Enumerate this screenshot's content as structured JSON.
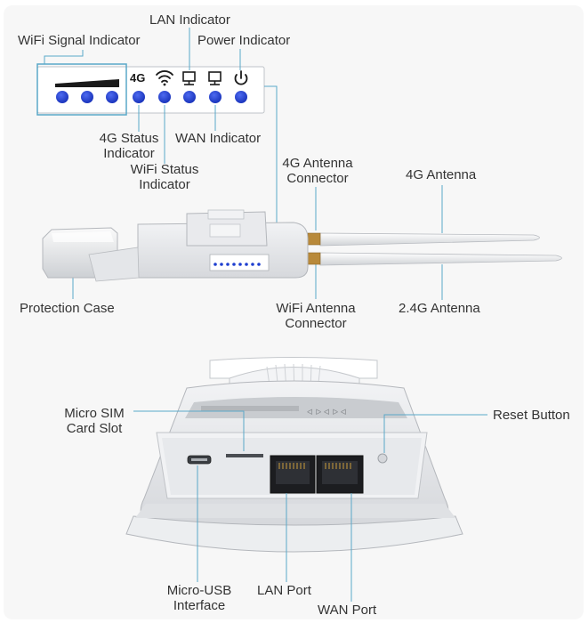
{
  "labels": {
    "wifi_signal_indicator": "WiFi Signal Indicator",
    "lan_indicator": "LAN Indicator",
    "power_indicator": "Power Indicator",
    "status_4g": [
      "4G Status",
      "Indicator"
    ],
    "wan_indicator": "WAN Indicator",
    "wifi_status": [
      "WiFi Status",
      "Indicator"
    ],
    "antenna_connector_4g": [
      "4G Antenna",
      "Connector"
    ],
    "antenna_4g": "4G Antenna",
    "protection_case": "Protection Case",
    "wifi_antenna_connector": [
      "WiFi Antenna",
      "Connector"
    ],
    "antenna_24g": "2.4G Antenna",
    "micro_sim": [
      "Micro SIM",
      "Card Slot"
    ],
    "reset_button": "Reset Button",
    "micro_usb": [
      "Micro-USB",
      "Interface"
    ],
    "lan_port": "LAN Port",
    "wan_port": "WAN Port"
  },
  "panel": {
    "label_4g": "4G"
  },
  "icons": [
    "signal-bars-icon",
    "wifi-icon",
    "lan-port-icon",
    "wan-port-icon",
    "power-icon"
  ],
  "colors": {
    "led_blue": "#1f3fd0",
    "callout_line": "#5aa8c8",
    "text": "#333333"
  }
}
